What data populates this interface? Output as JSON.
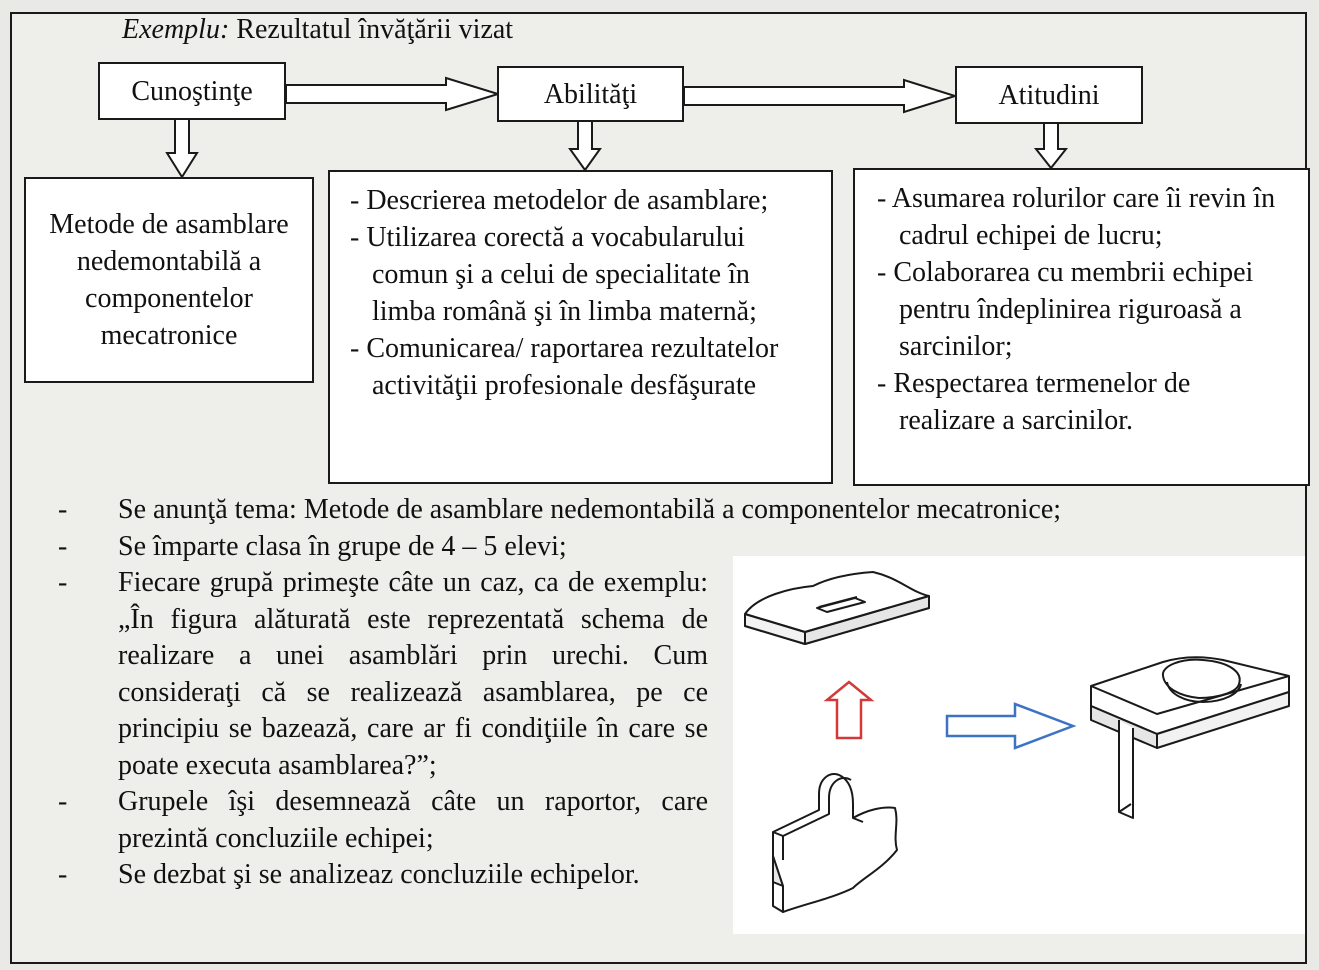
{
  "example": {
    "prefix": "Exemplu:",
    "title": "Rezultatul învăţării vizat"
  },
  "categories": {
    "knowledge": {
      "label": "Cunoştinţe",
      "text": "Metode de asamblare nedemontabilă a componentelor mecatronice"
    },
    "skills": {
      "label": "Abilităţi",
      "items": [
        "- Descrierea metodelor de asamblare;",
        "- Utilizarea corectă a vocabularului comun şi a celui de specialitate în limba română şi în limba maternă;",
        "- Comunicarea/ raportarea rezultatelor activităţii profesionale desfăşurate"
      ]
    },
    "attitudes": {
      "label": "Atitudini",
      "items": [
        "- Asumarea rolurilor care îi revin în cadrul echipei de lucru;",
        "- Colaborarea cu membrii echipei pentru îndeplinirea riguroasă a sarcinilor;",
        "- Respectarea termenelor de realizare a sarcinilor."
      ]
    }
  },
  "steps": [
    "Se anunţă tema: Metode de asamblare nedemontabilă a componentelor mecatronice;",
    "Se împarte clasa în grupe de 4 – 5 elevi;",
    "Fiecare grupă primeşte câte un caz, ca de exemplu: „În figura alăturată este reprezentată schema de realizare a unei asamblări prin urechi. Cum consideraţi că se realizează asamblarea, pe ce principiu se bazează, care ar fi condiţiile în care se poate executa asamblarea?”;",
    "Grupele îşi desemnează câte un raportor, care prezintă concluziile echipei;",
    "Se dezbat şi se analizeaz concluziile echipelor."
  ],
  "bullet_symbol": "-",
  "colors": {
    "up_arrow": "#d23a3a",
    "right_arrow": "#3d73c4"
  }
}
